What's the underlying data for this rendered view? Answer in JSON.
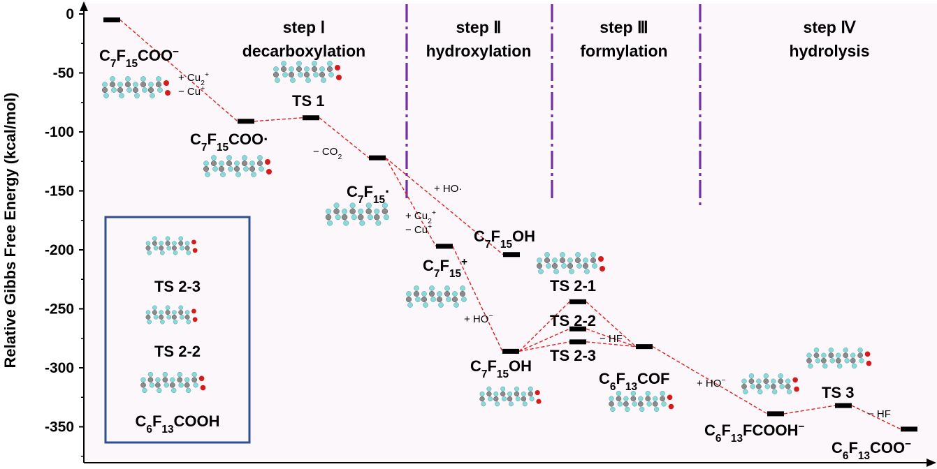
{
  "chart_data": {
    "type": "line",
    "ylabel": "Relative Gibbs Free Energy (kcal/mol)",
    "ylim": [
      -365,
      3
    ],
    "yticks": [
      0,
      -50,
      -100,
      -150,
      -200,
      -250,
      -300,
      -350
    ],
    "grid": false,
    "steps": [
      {
        "roman": "step Ⅰ",
        "name": "decarboxylation"
      },
      {
        "roman": "step Ⅱ",
        "name": "hydroxylation"
      },
      {
        "roman": "step Ⅲ",
        "name": "formylation"
      },
      {
        "roman": "step Ⅳ",
        "name": "hydrolysis"
      }
    ],
    "levels": [
      {
        "id": "L1",
        "label": "C7F15COO−",
        "energy": -5
      },
      {
        "id": "L2",
        "label": "C7F15COO·",
        "energy": -91
      },
      {
        "id": "L3",
        "label": "TS 1",
        "energy": -88
      },
      {
        "id": "L4",
        "label": "C7F15·",
        "energy": -122
      },
      {
        "id": "L5",
        "label": "C7F15+",
        "energy": -197
      },
      {
        "id": "L6",
        "label": "C7F15OH",
        "energy": -204
      },
      {
        "id": "L7",
        "label": "C7F15OH",
        "energy": -286
      },
      {
        "id": "L8",
        "label": "TS 2-1",
        "energy": -244
      },
      {
        "id": "L9",
        "label": "TS 2-2",
        "energy": -267
      },
      {
        "id": "L10",
        "label": "TS 2-3",
        "energy": -278
      },
      {
        "id": "L11",
        "label": "C6F13COF",
        "energy": -282
      },
      {
        "id": "L12",
        "label": "C6F13FCOOH−",
        "energy": -339
      },
      {
        "id": "L13",
        "label": "TS 3",
        "energy": -332
      },
      {
        "id": "L14",
        "label": "C6F13COO−",
        "energy": -352
      }
    ],
    "connections": [
      [
        "L1",
        "L2"
      ],
      [
        "L2",
        "L3"
      ],
      [
        "L3",
        "L4"
      ],
      [
        "L4",
        "L5"
      ],
      [
        "L4",
        "L6"
      ],
      [
        "L5",
        "L7"
      ],
      [
        "L7",
        "L8"
      ],
      [
        "L7",
        "L9"
      ],
      [
        "L7",
        "L10"
      ],
      [
        "L8",
        "L11"
      ],
      [
        "L9",
        "L11"
      ],
      [
        "L10",
        "L11"
      ],
      [
        "L11",
        "L12"
      ],
      [
        "L12",
        "L13"
      ],
      [
        "L13",
        "L14"
      ]
    ],
    "annotations": {
      "cu_add": "+ Cu2+",
      "cu_remove": "− Cu+",
      "co2_loss": "− CO2",
      "ho_radical_add": "+ HO·",
      "cu_add2": "+ Cu2+",
      "cu_remove2": "− Cu+",
      "ho_anion_add": "+ HO−",
      "hf_loss": "− HF",
      "ho_anion_add2": "+ HO−",
      "hf_loss2": "− HF"
    },
    "inset_labels": [
      "TS 2-3",
      "TS 2-2",
      "C6F13COOH"
    ]
  },
  "colors": {
    "line": "#e02020",
    "separator": "#7030a0",
    "inset_border": "#2f4f8f",
    "background": "#fcf7fa",
    "fluorine": "#86dada",
    "carbon": "#8a8a8a",
    "oxygen": "#d61a1a",
    "hydrogen": "#f2f2f2"
  }
}
